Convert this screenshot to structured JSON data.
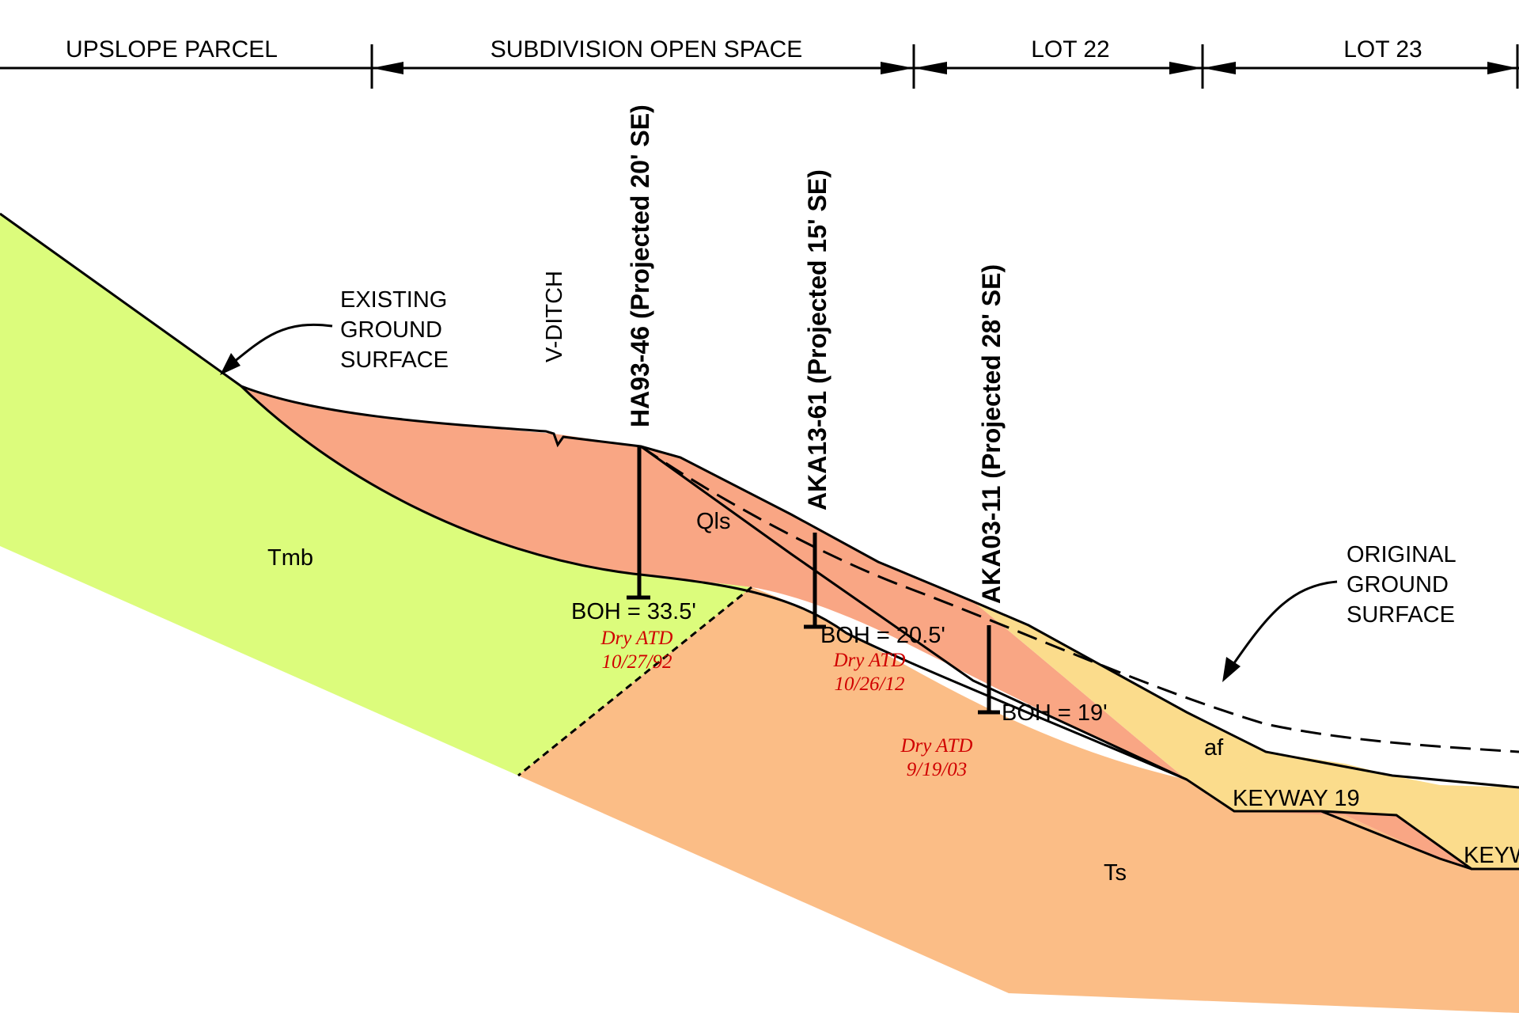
{
  "header": {
    "zones": [
      {
        "label": "UPSLOPE PARCEL"
      },
      {
        "label": "SUBDIVISION OPEN SPACE"
      },
      {
        "label": "LOT 22"
      },
      {
        "label": "LOT 23"
      }
    ]
  },
  "units": {
    "Tmb": {
      "label": "Tmb",
      "color": "#dcfc7c"
    },
    "Qls": {
      "label": "Qls",
      "color": "#f9a684"
    },
    "Ts": {
      "label": "Ts",
      "color": "#fbbd86"
    },
    "af": {
      "label": "af",
      "color": "#fbdc8c"
    }
  },
  "callouts": {
    "existing_ground": [
      "EXISTING",
      "GROUND",
      "SURFACE"
    ],
    "original_ground": [
      "ORIGINAL",
      "GROUND",
      "SURFACE"
    ],
    "v_ditch": "V-DITCH"
  },
  "borings": [
    {
      "id": "HA93-46 (Projected 20' SE)",
      "boh": "BOH = 33.5'",
      "water": "Dry ATD",
      "date": "10/27/92"
    },
    {
      "id": "AKA13-61 (Projected 15' SE)",
      "boh": "BOH = 20.5'",
      "water": "Dry ATD",
      "date": "10/26/12"
    },
    {
      "id": "AKA03-11 (Projected 28' SE)",
      "boh": "BOH = 19'",
      "water": "Dry ATD",
      "date": "9/19/03"
    }
  ],
  "keyways": [
    "KEYWAY 19",
    "KEYW"
  ]
}
